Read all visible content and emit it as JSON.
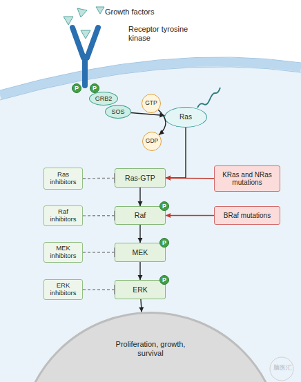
{
  "diagram": {
    "nodes": [
      {
        "text": [
          "P"
        ]
      },
      {
        "text": [
          "P"
        ]
      },
      {
        "text": [
          "GRB2"
        ]
      },
      {
        "text": [
          "SOS"
        ]
      },
      {
        "text": [
          "GTP"
        ]
      },
      {
        "text": [
          "Ras"
        ]
      },
      {
        "text": [
          "GDP"
        ]
      },
      {
        "text": [
          "Ras inhibitors"
        ]
      },
      {
        "text": [
          "Ras-GTP"
        ]
      },
      {
        "text": [
          "KRas and NRas mutations"
        ]
      },
      {
        "text": [
          "Raf inhibitors"
        ]
      },
      {
        "text": [
          "Raf"
        ]
      },
      {
        "text": [
          "P"
        ],
        "in": 11
      },
      {
        "text": [
          "BRaf mutations"
        ]
      },
      {
        "text": [
          "MEK inhibitors"
        ]
      },
      {
        "text": [
          "MEK"
        ]
      },
      {
        "text": [
          "P"
        ],
        "in": 15
      },
      {
        "text": [
          "ERK inhibitors"
        ]
      },
      {
        "text": [
          "ERK"
        ]
      },
      {
        "text": [
          "P"
        ],
        "in": 18
      },
      {
        "text": [
          "Proliferation, growth, survival"
        ]
      }
    ],
    "edges": [
      {
        "from": 3,
        "to": 5,
        "arrow": "to"
      },
      {
        "from": 4,
        "to": 6,
        "arrow": "to"
      },
      {
        "from": 5,
        "to": 8,
        "arrow": "to"
      },
      {
        "from": 7,
        "to": 8,
        "arrow": "to"
      },
      {
        "from": 9,
        "to": 8,
        "arrow": "to"
      },
      {
        "from": 8,
        "to": 11,
        "arrow": "to"
      },
      {
        "from": 10,
        "to": 11,
        "arrow": "to"
      },
      {
        "from": 13,
        "to": 11,
        "arrow": "to"
      },
      {
        "from": 11,
        "to": 15,
        "arrow": "to"
      },
      {
        "from": 14,
        "to": 15,
        "arrow": "to"
      },
      {
        "from": 15,
        "to": 18,
        "arrow": "to"
      },
      {
        "from": 17,
        "to": 18,
        "arrow": "to"
      },
      {
        "from": 18,
        "to": 20,
        "arrow": "to"
      }
    ],
    "labels": [
      "Growth factors",
      "Receptor tyrosine kinase",
      "脑医汇"
    ]
  }
}
